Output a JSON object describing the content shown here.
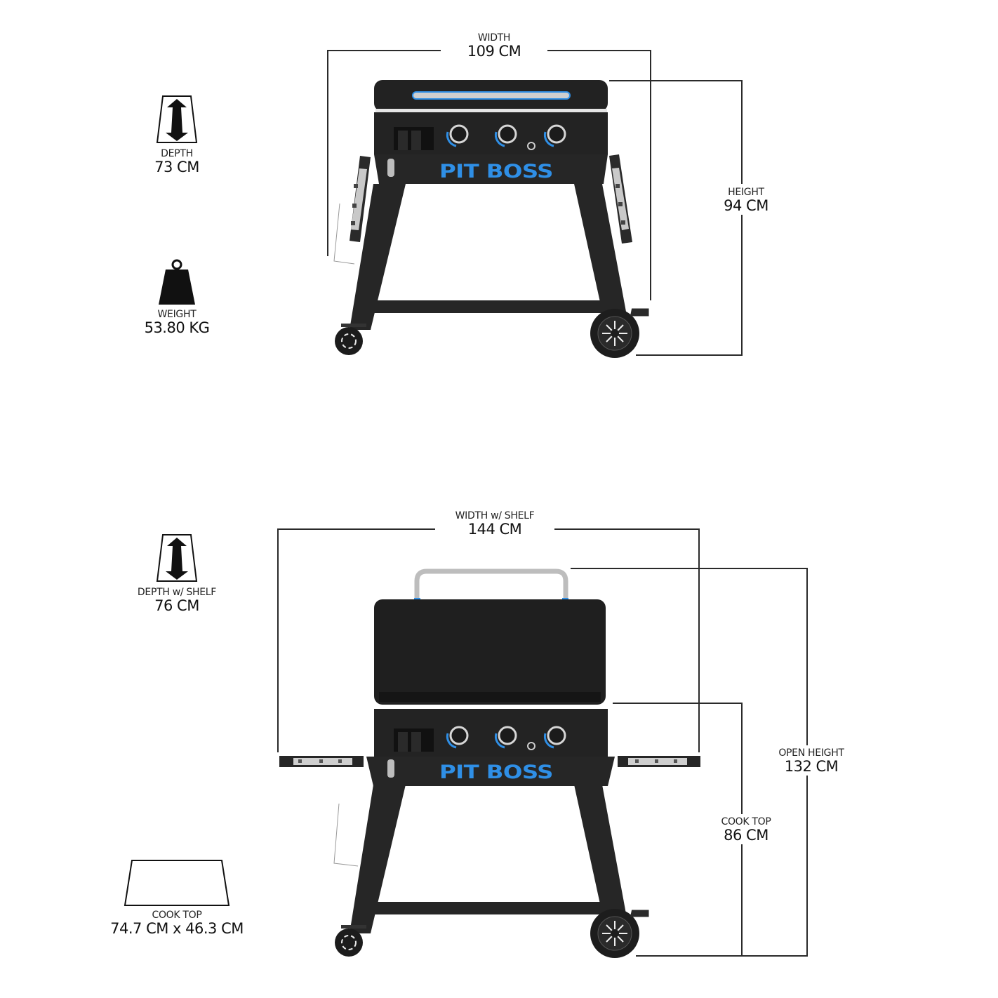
{
  "brand": {
    "name": "PIT BOSS",
    "accent_color": "#2f8fe6",
    "body_color": "#222222"
  },
  "closed_view": {
    "specs": [
      {
        "id": "depth",
        "icon": "depth-arrow-icon",
        "label": "DEPTH",
        "value": "73 CM"
      },
      {
        "id": "weight",
        "icon": "weight-icon",
        "label": "WEIGHT",
        "value": "53.80 KG"
      }
    ],
    "dimensions": {
      "width": {
        "label": "WIDTH",
        "value": "109 CM"
      },
      "height": {
        "label": "HEIGHT",
        "value": "94 CM"
      }
    }
  },
  "open_view": {
    "specs": [
      {
        "id": "depth_shelf",
        "icon": "depth-arrow-icon",
        "label": "DEPTH w/ SHELF",
        "value": "76 CM"
      },
      {
        "id": "cook_top_area",
        "icon": "cooktop-surface-icon",
        "label": "COOK TOP",
        "value": "74.7 CM x 46.3 CM"
      }
    ],
    "dimensions": {
      "width_shelf": {
        "label": "WIDTH w/ SHELF",
        "value": "144 CM"
      },
      "open_height": {
        "label": "OPEN HEIGHT",
        "value": "132 CM"
      },
      "cook_top_height": {
        "label": "COOK TOP",
        "value": "86 CM"
      }
    }
  }
}
